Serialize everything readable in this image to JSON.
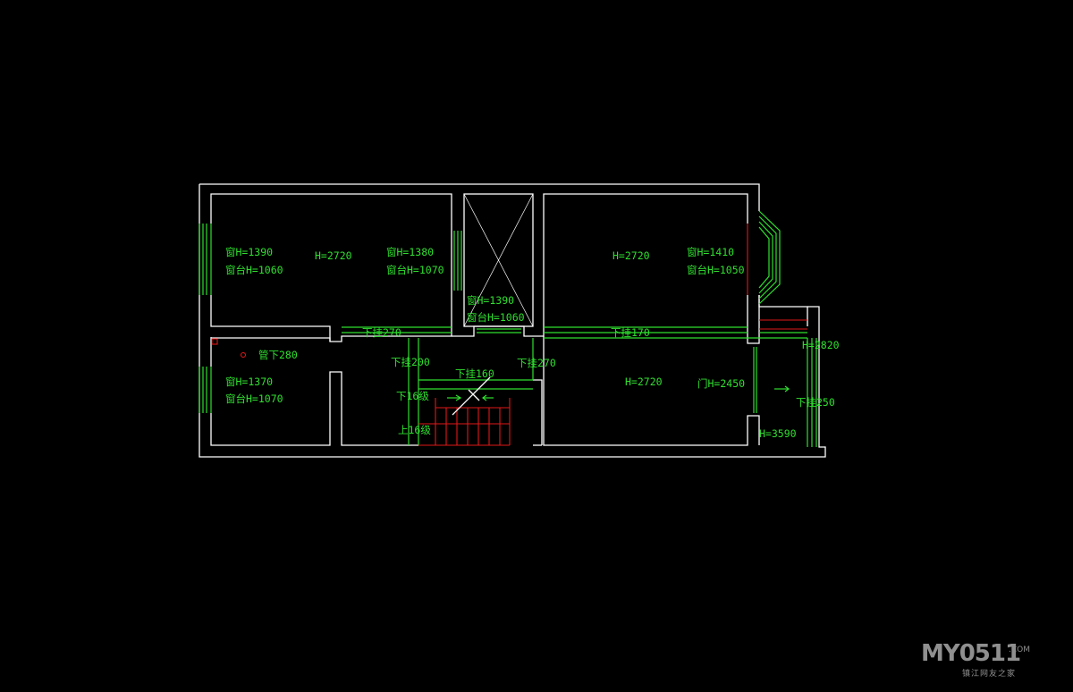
{
  "labels": {
    "bed1_window": "窗H=1390",
    "bed1_sill": "窗台H=1060",
    "bed1_height": "H=2720",
    "bed1_window2": "窗H=1380",
    "bed1_sill2": "窗台H=1070",
    "bath_window": "窗H=1390",
    "bath_sill": "窗台H=1060",
    "bed2_height": "H=2720",
    "bed2_window": "窗H=1410",
    "bed2_sill": "窗台H=1050",
    "beam_270_left": "下挂270",
    "beam_170": "下挂170",
    "pipe_280": "管下280",
    "small_window": "窗H=1370",
    "small_sill": "窗台H=1070",
    "beam_200": "下挂200",
    "beam_160": "下挂160",
    "beam_270_right": "下挂270",
    "down_16": "下16级",
    "up_16": "上16级",
    "living_height": "H=2720",
    "door_height": "门H=2450",
    "balcony_2820": "H=2820",
    "beam_250": "下挂250",
    "balcony_3590": "H=3590"
  },
  "watermark": {
    "brand": "MY0511",
    "domain": ".COM",
    "subtitle": "镇江网友之家"
  },
  "colors": {
    "background": "#000000",
    "wall": "#ffffff",
    "annotation": "#2fe02f",
    "stair": "#e01818"
  }
}
